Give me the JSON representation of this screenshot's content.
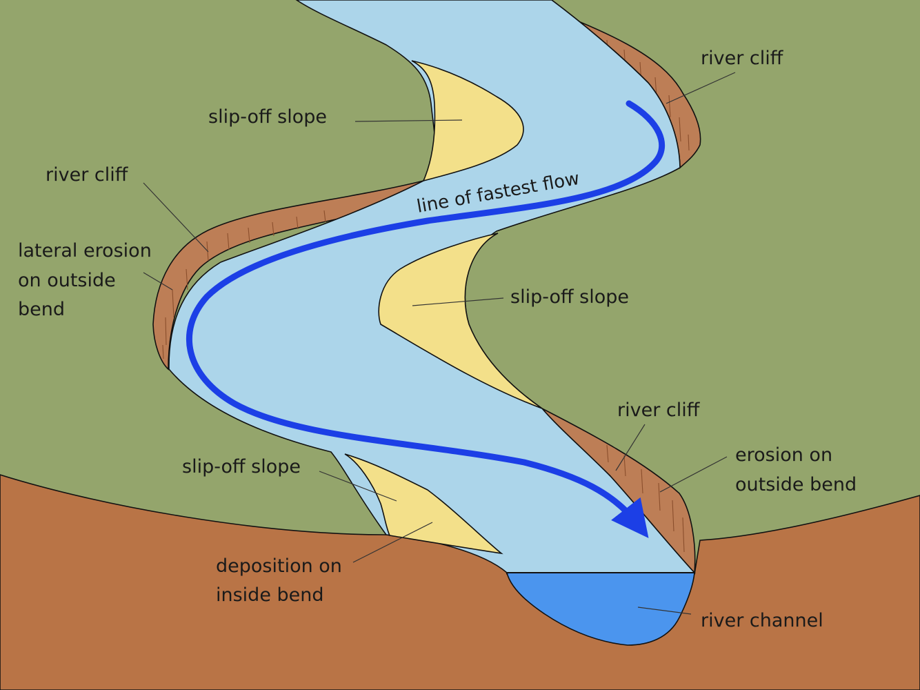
{
  "colors": {
    "land": "#94a56c",
    "soil": "#b97446",
    "cliff": "#bd7e56",
    "water": "#acd5ea",
    "channel": "#4b95ee",
    "deposit": "#f3e08a",
    "flow_arrow": "#1c3fe6"
  },
  "labels": {
    "river_cliff_top": "river cliff",
    "slip_off_top": "slip-off slope",
    "river_cliff_left": "river cliff",
    "lateral_erosion_1": "lateral erosion",
    "lateral_erosion_2": "on outside",
    "lateral_erosion_3": "bend",
    "line_of_fastest_flow": "line of fastest flow",
    "slip_off_middle": "slip-off slope",
    "river_cliff_lower": "river cliff",
    "erosion_outside_1": "erosion on",
    "erosion_outside_2": "outside bend",
    "slip_off_lower": "slip-off slope",
    "deposition_1": "deposition on",
    "deposition_2": "inside bend",
    "river_channel": "river channel"
  }
}
